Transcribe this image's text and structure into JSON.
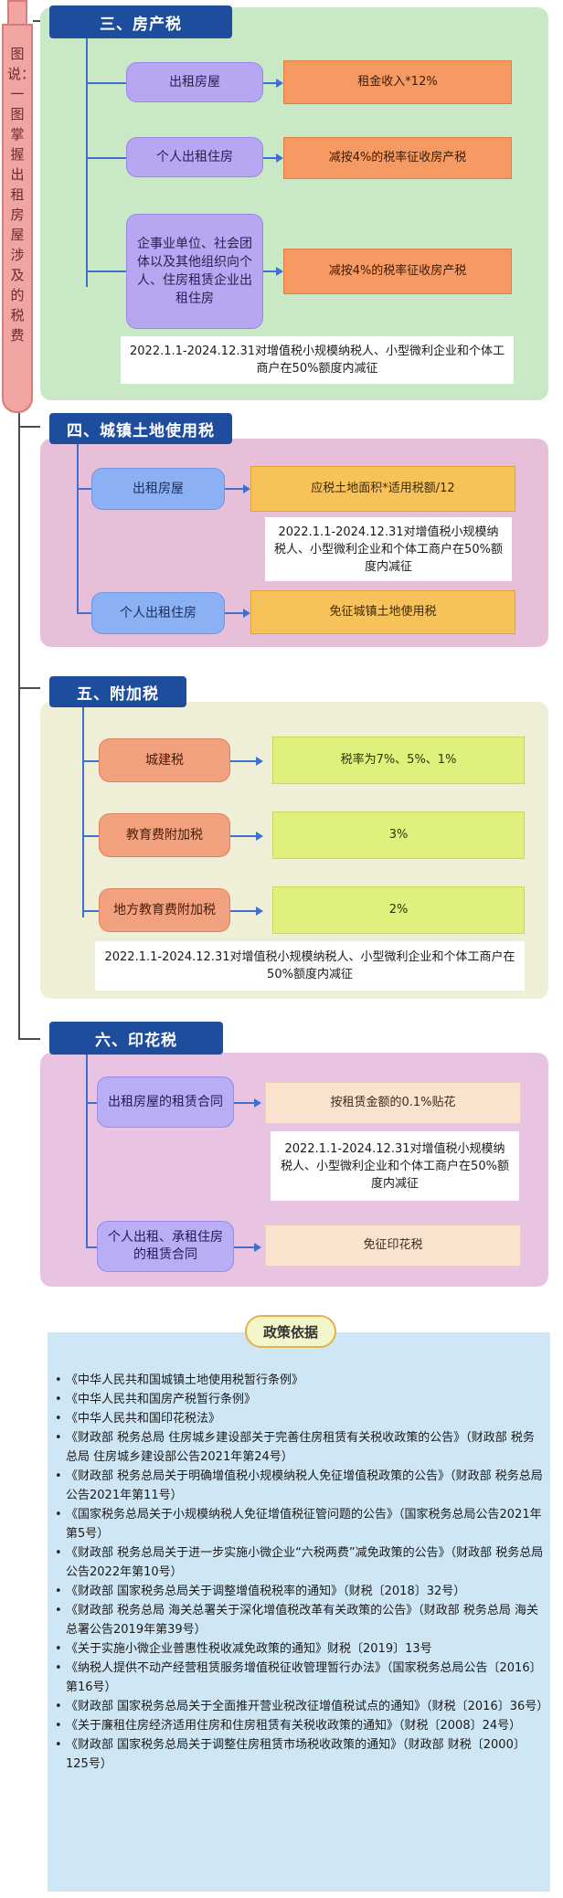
{
  "side_title": "图说：一图掌握出租房屋涉及的税费",
  "sections": {
    "s3": {
      "header": "三、房产税",
      "rows": [
        {
          "left": "出租房屋",
          "right": "租金收入*12%"
        },
        {
          "left": "个人出租住房",
          "right": "减按4%的税率征收房产税"
        },
        {
          "left": "企事业单位、社会团体以及其他组织向个人、住房租赁企业出租住房",
          "right": "减按4%的税率征收房产税"
        }
      ],
      "note": "2022.1.1-2024.12.31对增值税小规模纳税人、小型微利企业和个体工商户在50%额度内减征"
    },
    "s4": {
      "header": "四、城镇土地使用税",
      "rows": [
        {
          "left": "出租房屋",
          "right": "应税土地面积*适用税额/12"
        },
        {
          "left": "个人出租住房",
          "right": "免征城镇土地使用税"
        }
      ],
      "note": "2022.1.1-2024.12.31对增值税小规模纳税人、小型微利企业和个体工商户在50%额度内减征"
    },
    "s5": {
      "header": "五、附加税",
      "rows": [
        {
          "left": "城建税",
          "right": "税率为7%、5%、1%"
        },
        {
          "left": "教育费附加税",
          "right": "3%"
        },
        {
          "left": "地方教育费附加税",
          "right": "2%"
        }
      ],
      "note": "2022.1.1-2024.12.31对增值税小规模纳税人、小型微利企业和个体工商户在50%额度内减征"
    },
    "s6": {
      "header": "六、印花税",
      "rows": [
        {
          "left": "出租房屋的租赁合同",
          "right": "按租赁金额的0.1%贴花"
        },
        {
          "left": "个人出租、承租住房的租赁合同",
          "right": "免征印花税"
        }
      ],
      "note": "2022.1.1-2024.12.31对增值税小规模纳税人、小型微利企业和个体工商户在50%额度内减征"
    }
  },
  "policy": {
    "title": "政策依据",
    "items": [
      "《中华人民共和国城镇土地使用税暂行条例》",
      "《中华人民共和国房产税暂行条例》",
      "《中华人民共和国印花税法》",
      "《财政部 税务总局 住房城乡建设部关于完善住房租赁有关税收政策的公告》（财政部 税务总局 住房城乡建设部公告2021年第24号）",
      "《财政部 税务总局关于明确增值税小规模纳税人免征增值税政策的公告》（财政部 税务总局公告2021年第11号）",
      "《国家税务总局关于小规模纳税人免征增值税征管问题的公告》（国家税务总局公告2021年第5号）",
      "《财政部 税务总局关于进一步实施小微企业“六税两费”减免政策的公告》（财政部 税务总局公告2022年第10号）",
      "《财政部 国家税务总局关于调整增值税税率的通知》（财税〔2018〕32号）",
      "《财政部 税务总局 海关总署关于深化增值税改革有关政策的公告》（财政部 税务总局 海关总署公告2019年第39号）",
      "《关于实施小微企业普惠性税收减免政策的通知》财税〔2019〕13号",
      "《纳税人提供不动产经营租赁服务增值税征收管理暂行办法》（国家税务总局公告〔2016〕第16号）",
      "《财政部 国家税务总局关于全面推开营业税改征增值税试点的通知》（财税〔2016〕36号）",
      "《关于廉租住房经济适用住房和住房租赁有关税收政策的通知》（财税〔2008〕24号）",
      "《财政部 国家税务总局关于调整住房租赁市场税收政策的通知》（财政部 财税〔2000〕125号）"
    ]
  }
}
